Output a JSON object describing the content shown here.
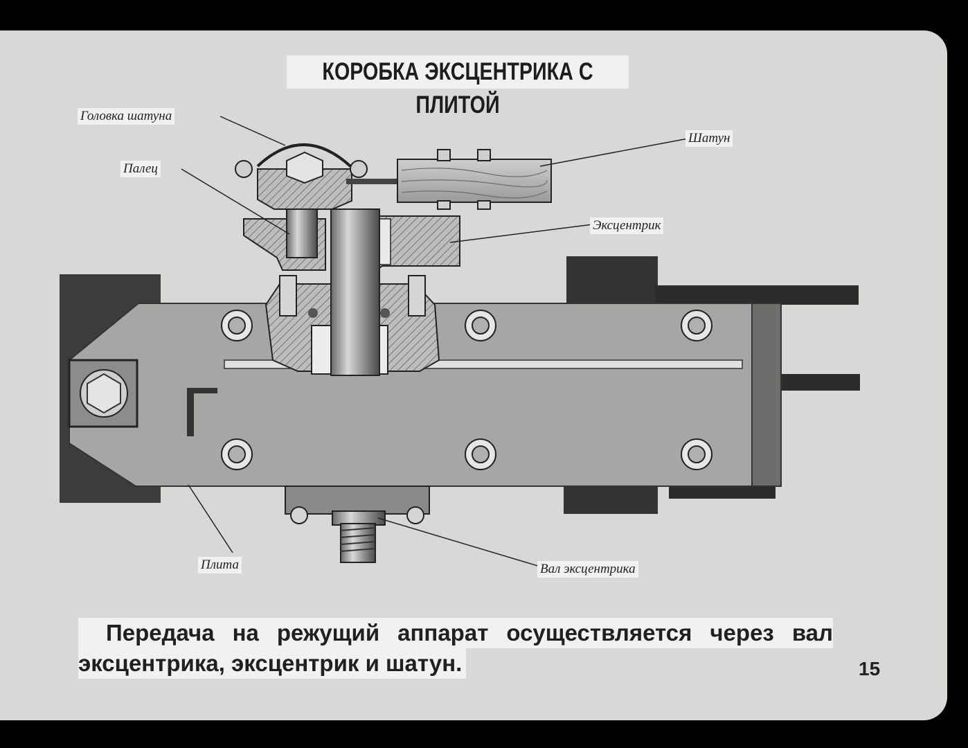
{
  "title": "КОРОБКА ЭКСЦЕНТРИКА С ПЛИТОЙ",
  "labels": {
    "golovka": "Головка шатуна",
    "shatun": "Шатун",
    "palets": "Палец",
    "ekstsentrik": "Эксцентрик",
    "plita": "Плита",
    "val": "Вал эксцентрика"
  },
  "caption": {
    "line1": "Передача на режущий аппарат осуществляется через вал",
    "line2": "эксцентрика, эксцентрик и шатун."
  },
  "page_number": "15"
}
